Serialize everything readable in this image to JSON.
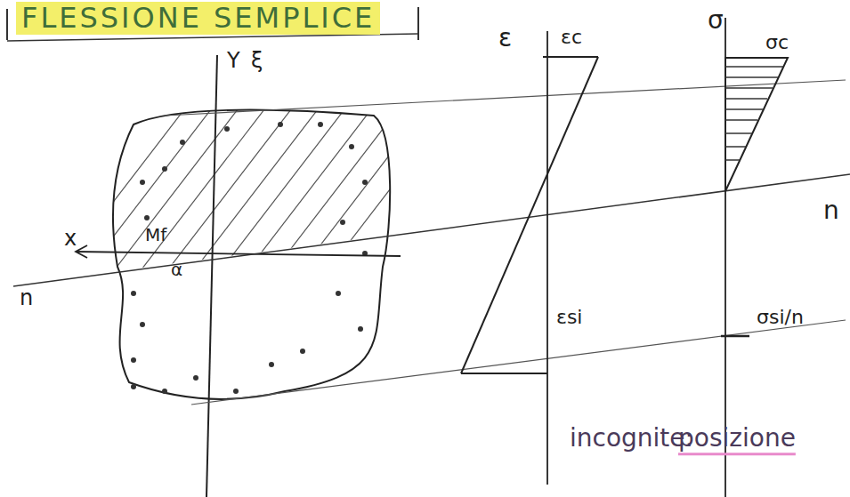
{
  "diagram": {
    "title": "FLESSIONE SEMPLICE",
    "labels": [
      "Y",
      "ξ",
      "x",
      "n",
      "Mf",
      "α",
      "ε",
      "εc",
      "εsi",
      "σ",
      "σc",
      "σsi/n",
      "n",
      "incognite:",
      "posizione"
    ]
  }
}
